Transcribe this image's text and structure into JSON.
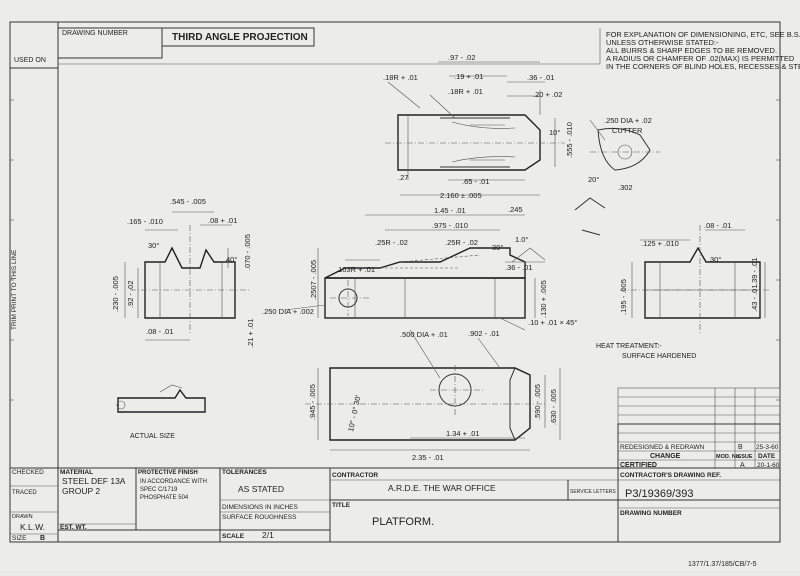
{
  "header": {
    "drawing_number_label": "DRAWING NUMBER",
    "projection": "THIRD ANGLE PROJECTION",
    "used_on_label": "USED ON",
    "notes": [
      "FOR EXPLANATION OF DIMENSIONING, ETC, SEE B.S. 308.",
      "UNLESS OTHERWISE STATED:-",
      "ALL BURRS & SHARP EDGES TO BE REMOVED.",
      "A RADIUS OR CHAMFER OF .02(MAX) IS PERMITTED",
      "IN THE CORNERS OF BLIND HOLES, RECESSES & STEPS"
    ],
    "side_label": "TRIM PRINT TO THIS LINE"
  },
  "dims": {
    "d97": ".97 - .02",
    "d18r": ".18R + .01",
    "d19": ".19 + .01",
    "d36a": ".36 - .01",
    "d18r2": ".18R + .01",
    "d20": ".20 + .02",
    "d250dia": ".250 DIA + .02",
    "cutter": "CUTTER",
    "d555": ".555 - .010",
    "d10deg": "10°",
    "d20deg": "20°",
    "d302": ".302",
    "d2160": "2.160 ± .005",
    "d65": ".65 - .01",
    "d27": ".27",
    "d545": ".545 - .005",
    "d165": ".165 - .010",
    "d08a": ".08 + .01",
    "d30deg": "30°",
    "d40deg": "40°",
    "d070": ".070 - .005",
    "d230": ".230 - .005",
    "d92": ".92 - .02",
    "d08b": ".08 - .01",
    "d21": ".21 + .01",
    "d145": "1.45 - .01",
    "d245": ".245",
    "d975": ".975 - .010",
    "d25ra": ".25R - .02",
    "d25rb": ".25R - .02",
    "d30b": "30°",
    "d10b": "1.0°",
    "d103r": ".103R + .01",
    "d36b": ".36 - .01",
    "d250dia2": ".250 DIA + .002",
    "d130": ".130 + .005",
    "d10c": ".10 + .01 × 45°",
    "d2507": ".2507 - .005",
    "d125": ".125 + .010",
    "d08c": ".08 - .01",
    "d30c": "30°",
    "d39": ".39 - .01",
    "d43": ".43 - .01",
    "d195": ".195 - .005",
    "d500": ".500 DIA + .01",
    "d902": ".902 - .01",
    "d945": ".945 - .005",
    "d590": ".590 - .005",
    "d630": ".630 - .005",
    "d134": "1.34 + .01",
    "d235": "2.35 - .01",
    "d10deg2": "10° - 0° 30'"
  },
  "heat": {
    "title": "HEAT TREATMENT:-",
    "value": "SURFACE HARDENED"
  },
  "actual_size": "ACTUAL SIZE",
  "revisions": {
    "row_text": "REDESIGNED & REDRAWN",
    "row_code": "B",
    "row_date": "25-3-60",
    "change_label": "CHANGE",
    "mod_label": "MOD. No.",
    "issue_label": "ISSUE",
    "date_label": "DATE",
    "certified_label": "CERTIFIED",
    "cert_issue": "A",
    "cert_date": "20-1-60",
    "contractor_ref_label": "CONTRACTOR'S DRAWING REF.",
    "drawing_no": "P3/19369/393",
    "drawing_number_label": "DRAWING NUMBER"
  },
  "title_block": {
    "checked_label": "CHECKED",
    "traced_label": "TRACED",
    "drawn_label": "DRAWN",
    "drawn_value": "K.L.W.",
    "size_label": "SIZE",
    "size_value": "B",
    "material_label": "MATERIAL",
    "material_value_1": "STEEL DEF 13A",
    "material_value_2": "GROUP 2",
    "est_wt_label": "EST. WT.",
    "finish_label": "PROTECTIVE FINISH",
    "finish_value_1": "IN ACCORDANCE WITH",
    "finish_value_2": "SPEC C/1719",
    "finish_value_3": "PHOSPHATE 504",
    "tolerances_label": "TOLERANCES",
    "tolerances_value": "AS STATED",
    "dimensions_label": "DIMENSIONS IN INCHES",
    "roughness_label": "SURFACE ROUGHNESS",
    "scale_label": "SCALE",
    "scale_value": "2/1",
    "contractor_label": "CONTRACTOR",
    "contractor_value": "A.R.D.E. THE WAR OFFICE",
    "service_letters_label": "SERVICE LETTERS",
    "title_label": "TITLE",
    "title_value": "PLATFORM."
  },
  "footer_ref": "1377/1.37/185/CB/7-5"
}
